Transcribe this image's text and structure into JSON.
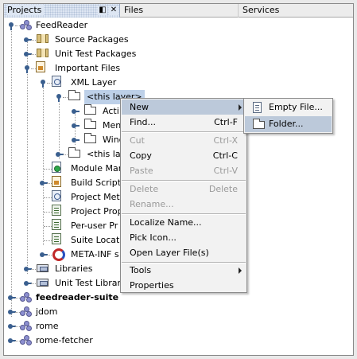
{
  "tabs": {
    "projects": "Projects",
    "files": "Files",
    "services": "Services",
    "minimize": "◧",
    "close": "✕"
  },
  "tree": {
    "feedreader": "FeedReader",
    "source_packages": "Source Packages",
    "unit_test_packages": "Unit Test Packages",
    "important_files": "Important Files",
    "xml_layer": "XML Layer",
    "this_layer_1": "<this layer>",
    "actions": "Acti",
    "menu": "Men",
    "window": "Wind",
    "this_layer_2": "<this lay",
    "module_manifest": "Module Man",
    "build_script": "Build Script",
    "project_metadata": "Project Meta",
    "project_properties": "Project Prop",
    "per_user_properties": "Per-user Pr",
    "suite_locator": "Suite Locato",
    "meta_inf": "META-INF s",
    "libraries": "Libraries",
    "unit_test_libraries": "Unit Test Librar",
    "feedreader_suite": "feedreader-suite",
    "jdom": "jdom",
    "rome": "rome",
    "rome_fetcher": "rome-fetcher"
  },
  "menu": {
    "new": "New",
    "find": "Find...",
    "find_acc": "Ctrl-F",
    "cut": "Cut",
    "cut_acc": "Ctrl-X",
    "copy": "Copy",
    "copy_acc": "Ctrl-C",
    "paste": "Paste",
    "paste_acc": "Ctrl-V",
    "delete": "Delete",
    "delete_acc": "Delete",
    "rename": "Rename...",
    "localize_name": "Localize Name...",
    "pick_icon": "Pick Icon...",
    "open_layer_file": "Open Layer File(s)",
    "tools": "Tools",
    "properties": "Properties"
  },
  "submenu": {
    "empty_file": "Empty File...",
    "folder": "Folder..."
  },
  "colors": {
    "selection": "#bdd0e8",
    "menu_highlight": "#bcc9da",
    "disabled_text": "#9a9a9a"
  }
}
